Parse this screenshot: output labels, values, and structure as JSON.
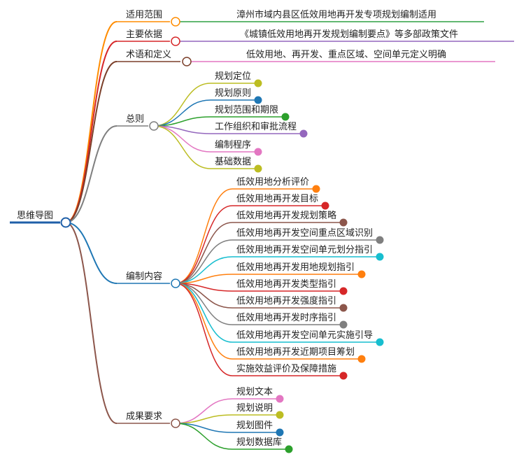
{
  "root": {
    "label": "思维导图"
  },
  "branches": [
    {
      "label": "适用范围",
      "color": "#ff8c00",
      "children": [
        {
          "label": "漳州市域内县区低效用地再开发专项规划编制适用",
          "color": "#2ea043"
        }
      ]
    },
    {
      "label": "主要依据",
      "color": "#d62728",
      "children": [
        {
          "label": "《城镇低效用地再开发规划编制要点》等多部政策文件",
          "color": "#9467bd"
        }
      ]
    },
    {
      "label": "术语和定义",
      "color": "#7b3f2a",
      "children": [
        {
          "label": "低效用地、再开发、重点区域、空间单元定义明确",
          "color": "#e377c2"
        }
      ]
    },
    {
      "label": "总则",
      "color": "#7f7f7f",
      "children": [
        {
          "label": "规划定位",
          "color": "#bcbd22"
        },
        {
          "label": "规划原则",
          "color": "#1f77b4"
        },
        {
          "label": "规划范围和期限",
          "color": "#2ca02c"
        },
        {
          "label": "工作组织和审批流程",
          "color": "#9467bd"
        },
        {
          "label": "编制程序",
          "color": "#e377c2"
        },
        {
          "label": "基础数据",
          "color": "#bcbd22"
        }
      ]
    },
    {
      "label": "编制内容",
      "color": "#1f77b4",
      "children": [
        {
          "label": "低效用地分析评价",
          "color": "#ff7f0e"
        },
        {
          "label": "低效用地再开发目标",
          "color": "#d62728"
        },
        {
          "label": "低效用地再开发规划策略",
          "color": "#8c564b"
        },
        {
          "label": "低效用地再开发空间重点区域识别",
          "color": "#7f7f7f"
        },
        {
          "label": "低效用地再开发空间单元划分指引",
          "color": "#17becf"
        },
        {
          "label": "低效用地再开发用地规划指引",
          "color": "#ff7f0e"
        },
        {
          "label": "低效用地再开发类型指引",
          "color": "#d62728"
        },
        {
          "label": "低效用地再开发强度指引",
          "color": "#8c564b"
        },
        {
          "label": "低效用地再开发时序指引",
          "color": "#7f7f7f"
        },
        {
          "label": "低效用地再开发空间单元实施引导",
          "color": "#17becf"
        },
        {
          "label": "低效用地再开发近期项目筹划",
          "color": "#ff7f0e"
        },
        {
          "label": "实施效益评价及保障措施",
          "color": "#d62728"
        }
      ]
    },
    {
      "label": "成果要求",
      "color": "#8c564b",
      "children": [
        {
          "label": "规划文本",
          "color": "#e377c2"
        },
        {
          "label": "规划说明",
          "color": "#bcbd22"
        },
        {
          "label": "规划图件",
          "color": "#1f77b4"
        },
        {
          "label": "规划数据库",
          "color": "#2ca02c"
        }
      ]
    }
  ]
}
